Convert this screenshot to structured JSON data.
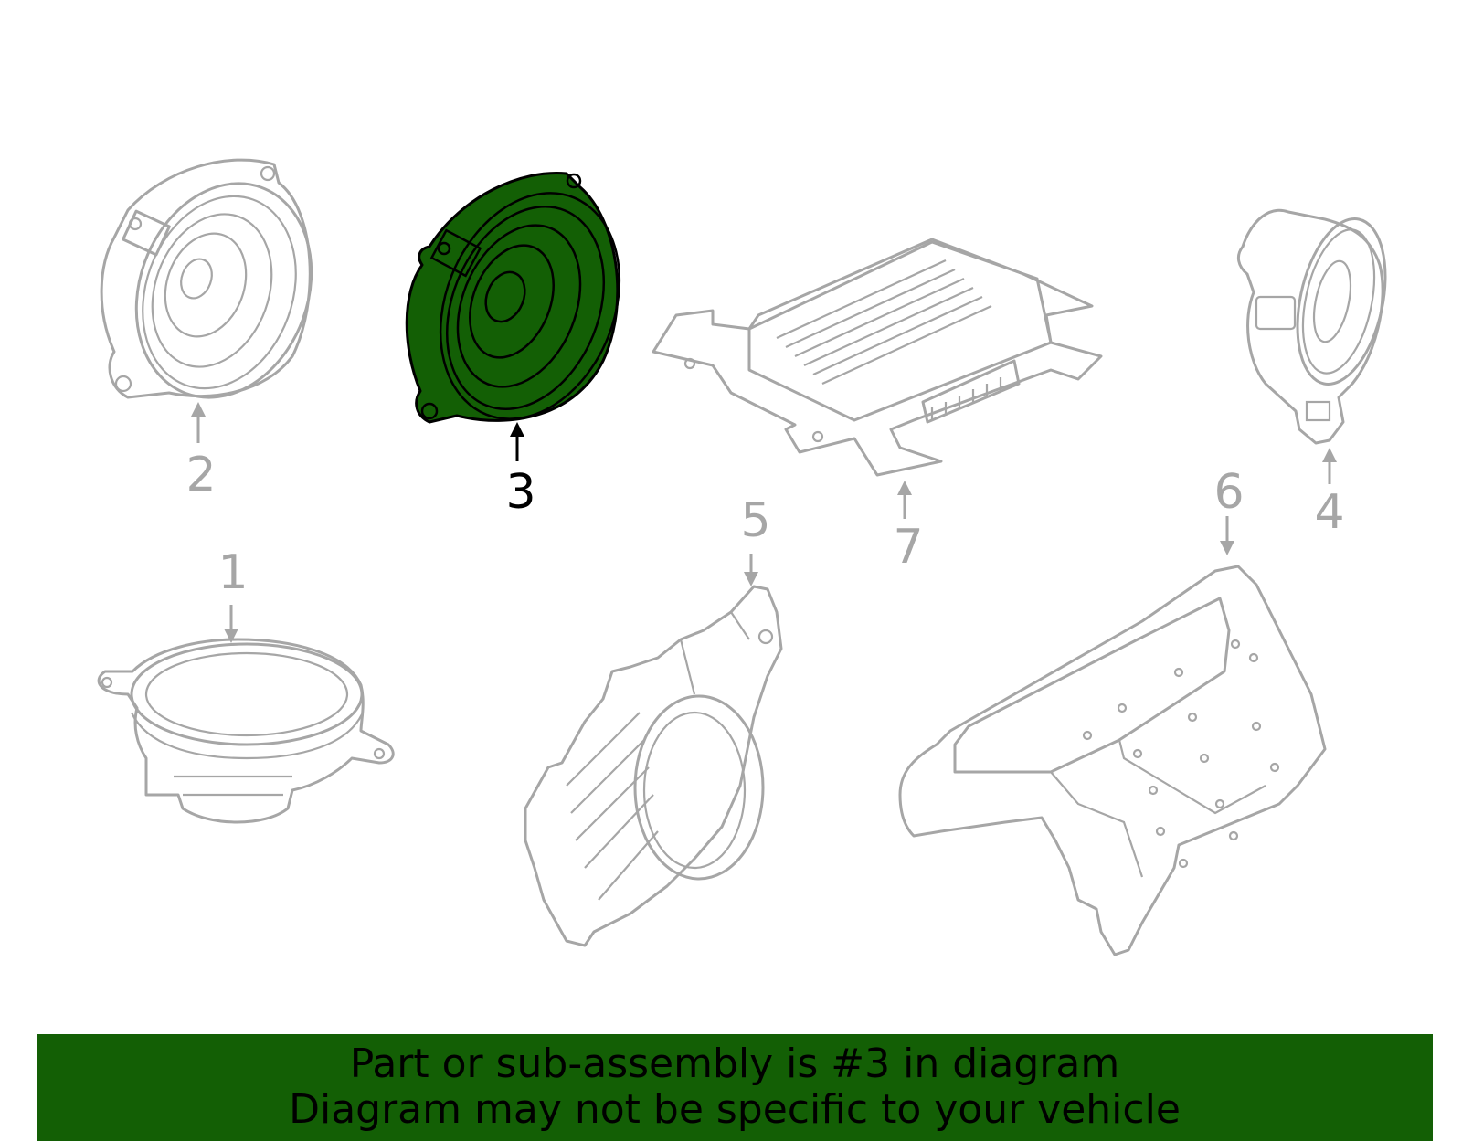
{
  "diagram": {
    "selected_part": "3",
    "highlight_color": "#135f05",
    "outline_color": "#a6a6a6",
    "callouts": [
      "1",
      "2",
      "3",
      "4",
      "5",
      "6",
      "7"
    ]
  },
  "banner": {
    "line1": "Part or sub-assembly is #3 in diagram",
    "line2": "Diagram may not be specific to your vehicle",
    "background": "#135f05"
  }
}
